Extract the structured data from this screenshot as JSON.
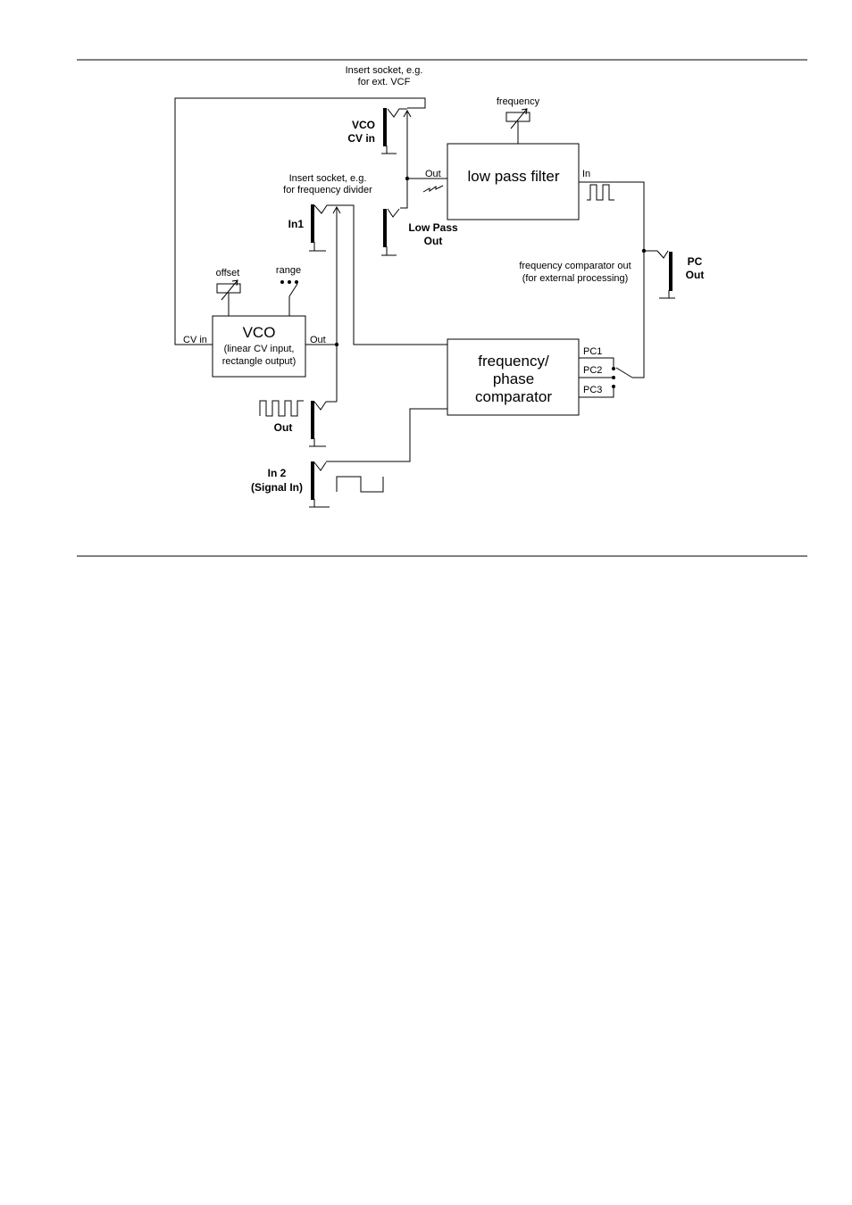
{
  "diagram": {
    "insert_vcf": [
      "Insert socket, e.g.",
      "for ext. VCF"
    ],
    "insert_divider": [
      "Insert socket, e.g.",
      "for frequency divider"
    ],
    "vco_cv_in_jack": [
      "VCO",
      "CV in"
    ],
    "in1_jack": "In1",
    "out_jack": "Out",
    "in2_jack": [
      "In 2",
      "(Signal In)"
    ],
    "low_pass_out_jack": [
      "Low Pass",
      "Out"
    ],
    "pc_out_jack": [
      "PC",
      "Out"
    ],
    "pc_out_note": [
      "frequency comparator out",
      "(for external processing)"
    ],
    "vco_box": {
      "title": "VCO",
      "subtitle": [
        "(linear CV input,",
        "rectangle output)"
      ],
      "cv_in": "CV in",
      "out": "Out"
    },
    "lpf_box": {
      "title": "low pass filter",
      "out": "Out",
      "in": "In"
    },
    "comparator_box": {
      "title": [
        "frequency/",
        "phase",
        "comparator"
      ],
      "pc1": "PC1",
      "pc2": "PC2",
      "pc3": "PC3"
    },
    "offset_label": "offset",
    "range_label": "range",
    "frequency_label": "frequency"
  }
}
